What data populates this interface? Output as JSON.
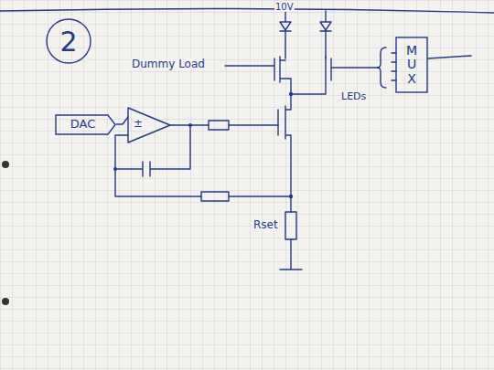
{
  "diagram": {
    "nodes": [
      {
        "text": [
          "2"
        ]
      },
      {
        "text": [
          "DAC"
        ]
      },
      {
        "text": [
          "MUX"
        ]
      }
    ],
    "labels": [
      "10V",
      "Dummy Load",
      "±",
      "LEDs",
      "Rset"
    ]
  }
}
